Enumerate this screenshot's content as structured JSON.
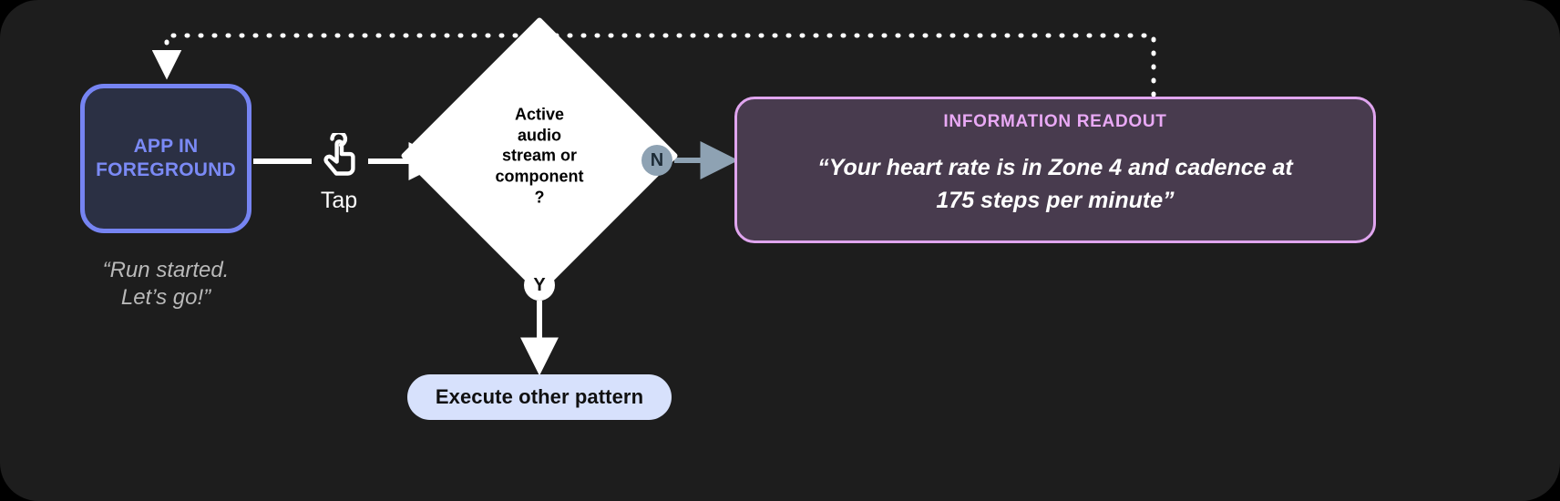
{
  "canvas": {
    "background": "#1d1d1d",
    "page_background": "#000000"
  },
  "nodes": {
    "app": {
      "label_line1": "APP IN",
      "label_line2": "FOREGROUND",
      "fill": "#2b3044",
      "border": "#7684f2",
      "text_color": "#7b8af6",
      "caption_line1": "“Run started.",
      "caption_line2": "Let’s go!”",
      "caption_color": "#b9b9b9"
    },
    "gesture": {
      "icon": "tap-hand-icon",
      "label": "Tap",
      "color": "#ffffff"
    },
    "decision": {
      "line1": "Active",
      "line2": "audio",
      "line3": "stream or",
      "line4": "component",
      "line5": "?",
      "fill": "#ffffff",
      "text_color": "#000000"
    },
    "branch_no": {
      "label": "N",
      "fill": "#8ea2b3",
      "text_color": "#1d2b36"
    },
    "branch_yes": {
      "label": "Y",
      "fill": "#ffffff",
      "text_color": "#111111"
    },
    "execute": {
      "label": "Execute other pattern",
      "fill": "#d7e1fc",
      "text_color": "#101010"
    },
    "readout": {
      "title": "INFORMATION READOUT",
      "body_line1": "“Your heart rate is in Zone 4 and cadence at",
      "body_line2": "175 steps per minute”",
      "fill": "#483b4e",
      "border": "#e0a5ef",
      "title_color": "#e9a9f5",
      "body_color": "#ffffff"
    }
  },
  "edges": {
    "app_to_tap": {
      "style": "solid",
      "color": "#ffffff"
    },
    "tap_to_decision": {
      "style": "solid",
      "color": "#ffffff",
      "arrow": true
    },
    "decision_no_to_readout": {
      "style": "solid",
      "color": "#8ea2b3",
      "arrow": true
    },
    "decision_yes_to_execute": {
      "style": "solid",
      "color": "#ffffff",
      "arrow": true
    },
    "readout_back_to_app": {
      "style": "dotted",
      "color": "#ffffff",
      "arrow": true
    }
  }
}
